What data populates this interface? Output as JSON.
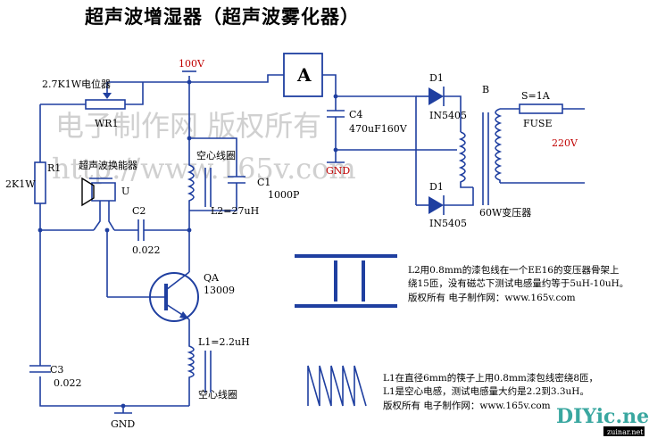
{
  "title": "超声波增湿器（超声波雾化器）",
  "labels": {
    "supply_100v": "100V",
    "module_a": "A",
    "wr1_value": "2.7K1W电位器",
    "wr1": "WR1",
    "r1": "R1",
    "r1_value": "2K1W",
    "transducer": "超声波换能器",
    "transducer_u": "U",
    "c2": "C2",
    "c2_value": "0.022",
    "c3": "C3",
    "c3_value": "0.022",
    "coil_air_top": "空心线圈",
    "c1": "C1",
    "c1_value": "1000P",
    "l2_value": "L2=27uH",
    "qa": "QA",
    "qa_model": "13009",
    "l1_value": "L1=2.2uH",
    "coil_air_bottom": "空心线圈",
    "gnd_bottom": "GND",
    "c4": "C4",
    "c4_value": "470uF160V",
    "gnd_mid": "GND",
    "d1_top": "D1",
    "d1_top_model": "IN5405",
    "d1_bottom": "D1",
    "d1_bottom_model": "IN5405",
    "transformer_b": "B",
    "transformer_desc": "60W变压器",
    "fuse_rating": "S=1A",
    "fuse": "FUSE",
    "mains": "220V"
  },
  "watermark": {
    "line1": "电子制作网 版权所有",
    "line2": "http://www.165v.com"
  },
  "notes": {
    "l2_line1": "L2用0.8mm的漆包线在一个EE16的变压器骨架上",
    "l2_line2": "绕15匝，没有磁芯下测试电感量约等于5uH-10uH。",
    "l2_line3": "版权所有 电子制作网：www.165v.com",
    "l1_line1": "L1在直径6mm的筷子上用0.8mm漆包线密绕8匝，",
    "l1_line2": "L1是空心电感，测试电感量大约是2.2到3.3uH。",
    "l1_line3": "版权所有 电子制作网：www.165v.com"
  },
  "brand": {
    "logo": "DIYic.net",
    "corner": "zuinar.net"
  },
  "colors": {
    "wire": "#1f3fa0",
    "supply_label": "#c00000",
    "logo": "#3aa7a0",
    "watermark": "#c8c8c8"
  }
}
